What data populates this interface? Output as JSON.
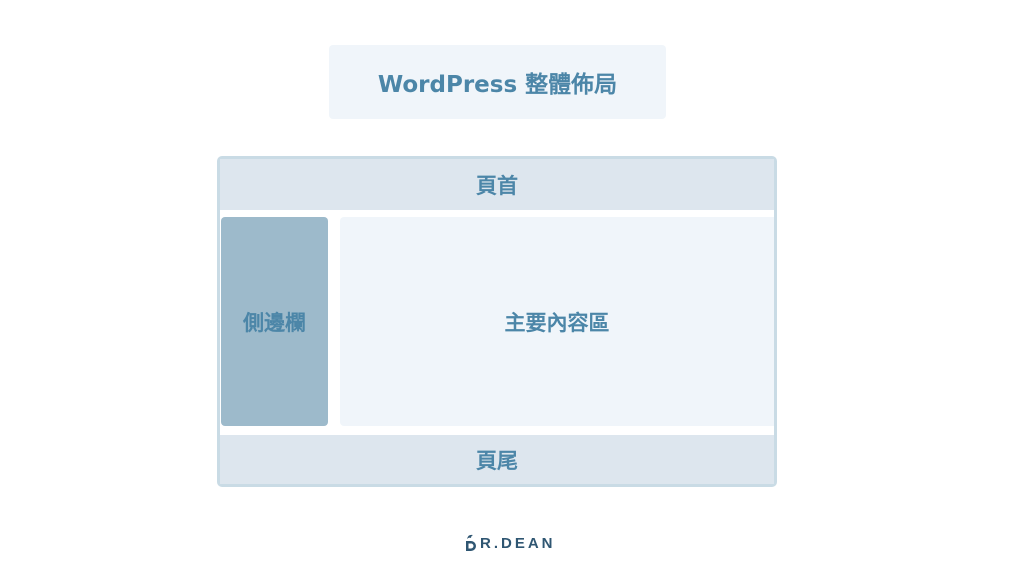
{
  "title": "WordPress 整體佈局",
  "layout": {
    "header": "頁首",
    "sidebar": "側邊欄",
    "main": "主要內容區",
    "footer": "頁尾"
  },
  "branding": {
    "logo_text": "R.DEAN",
    "logo_icon": "dr-dean-logo-icon"
  },
  "colors": {
    "text_accent": "#4c86a8",
    "panel_light": "#f0f5fa",
    "panel_mid": "#dde6ee",
    "sidebar": "#9dbacb",
    "frame_border": "#c9dbe5",
    "logo": "#2f5672"
  }
}
